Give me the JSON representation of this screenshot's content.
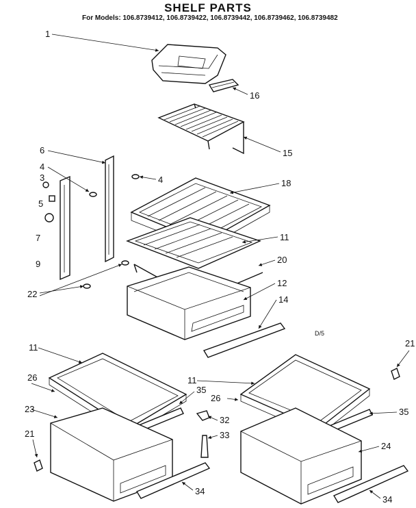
{
  "title": "SHELF PARTS",
  "models": "For Models: 106.8739412, 106.8739422, 106.8739442, 106.8739462, 106.8739482",
  "corner_note": "D/5",
  "callouts": {
    "c1": "1",
    "c16": "16",
    "c15": "15",
    "c6": "6",
    "c4a": "4",
    "c4b": "4",
    "c3": "3",
    "c5": "5",
    "c7": "7",
    "c9": "9",
    "c18": "18",
    "c11a": "11",
    "c20": "20",
    "c22": "22",
    "c12": "12",
    "c14": "14",
    "c11b": "11",
    "c26a": "26",
    "c23": "23",
    "c21a": "21",
    "c35a": "35",
    "c32": "32",
    "c33": "33",
    "c34a": "34",
    "c21b": "21",
    "c11c": "11",
    "c26b": "26",
    "c35b": "35",
    "c24": "24",
    "c34b": "34"
  }
}
